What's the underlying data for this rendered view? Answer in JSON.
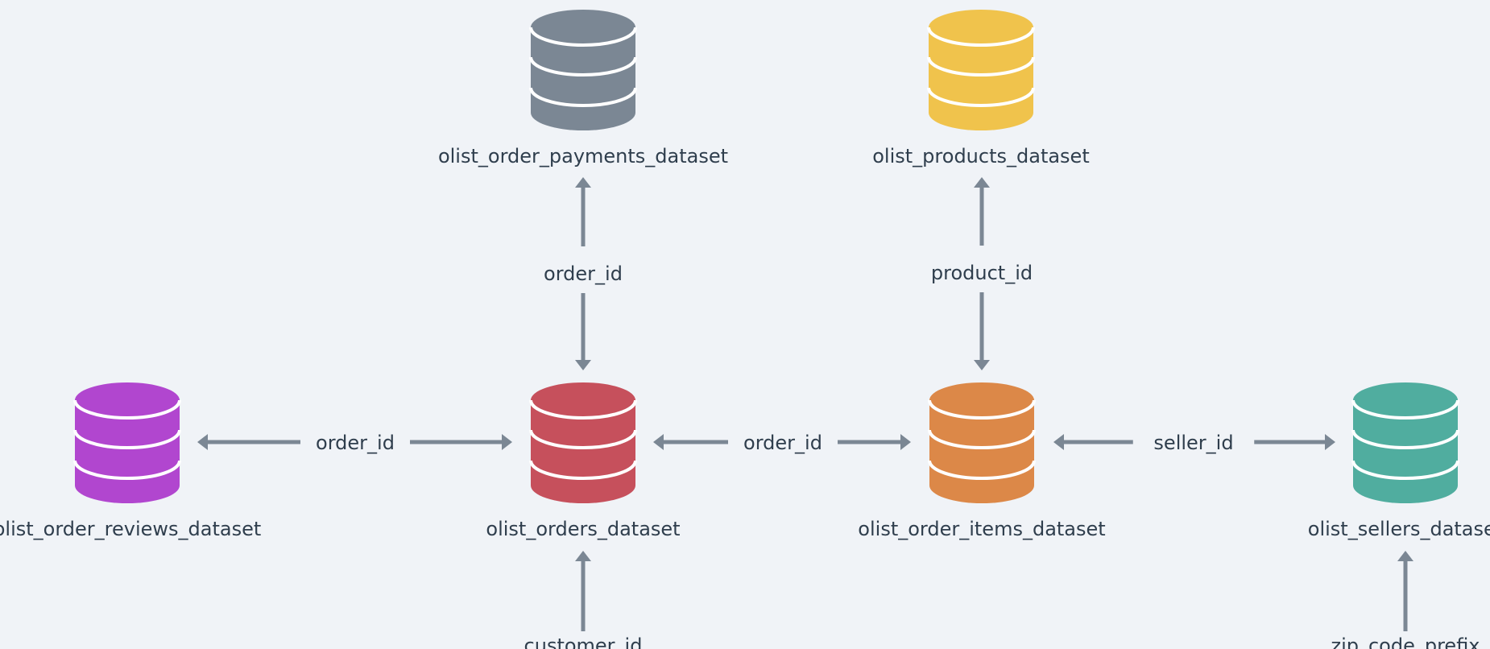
{
  "colors": {
    "background": "#f0f3f7",
    "connector": "#7b8794",
    "text": "#2f3e4d",
    "cylinder_bands": "#ffffff"
  },
  "nodes": [
    {
      "id": "order_payments",
      "label": "olist_order_payments_dataset",
      "color": "#7b8794",
      "icon": "database-icon"
    },
    {
      "id": "products",
      "label": "olist_products_dataset",
      "color": "#f0c34c",
      "icon": "database-icon"
    },
    {
      "id": "order_reviews",
      "label": "olist_order_reviews_dataset",
      "color": "#b146cf",
      "icon": "database-icon"
    },
    {
      "id": "orders",
      "label": "olist_orders_dataset",
      "color": "#c6505c",
      "icon": "database-icon"
    },
    {
      "id": "order_items",
      "label": "olist_order_items_dataset",
      "color": "#dc8848",
      "icon": "database-icon"
    },
    {
      "id": "sellers",
      "label": "olist_sellers_dataset",
      "color": "#50ad9f",
      "icon": "database-icon"
    }
  ],
  "edges": [
    {
      "id": "orders-payments",
      "from": "orders",
      "to": "order_payments",
      "label": "order_id",
      "direction": "both"
    },
    {
      "id": "items-products",
      "from": "order_items",
      "to": "products",
      "label": "product_id",
      "direction": "both"
    },
    {
      "id": "reviews-orders",
      "from": "order_reviews",
      "to": "orders",
      "label": "order_id",
      "direction": "both"
    },
    {
      "id": "orders-items",
      "from": "orders",
      "to": "order_items",
      "label": "order_id",
      "direction": "both"
    },
    {
      "id": "items-sellers",
      "from": "order_items",
      "to": "sellers",
      "label": "seller_id",
      "direction": "both"
    },
    {
      "id": "customers-orders",
      "to": "orders",
      "label": "customer_id",
      "direction": "to"
    },
    {
      "id": "geolocation-sellers",
      "to": "sellers",
      "label": "zip_code_prefix",
      "direction": "to"
    }
  ]
}
